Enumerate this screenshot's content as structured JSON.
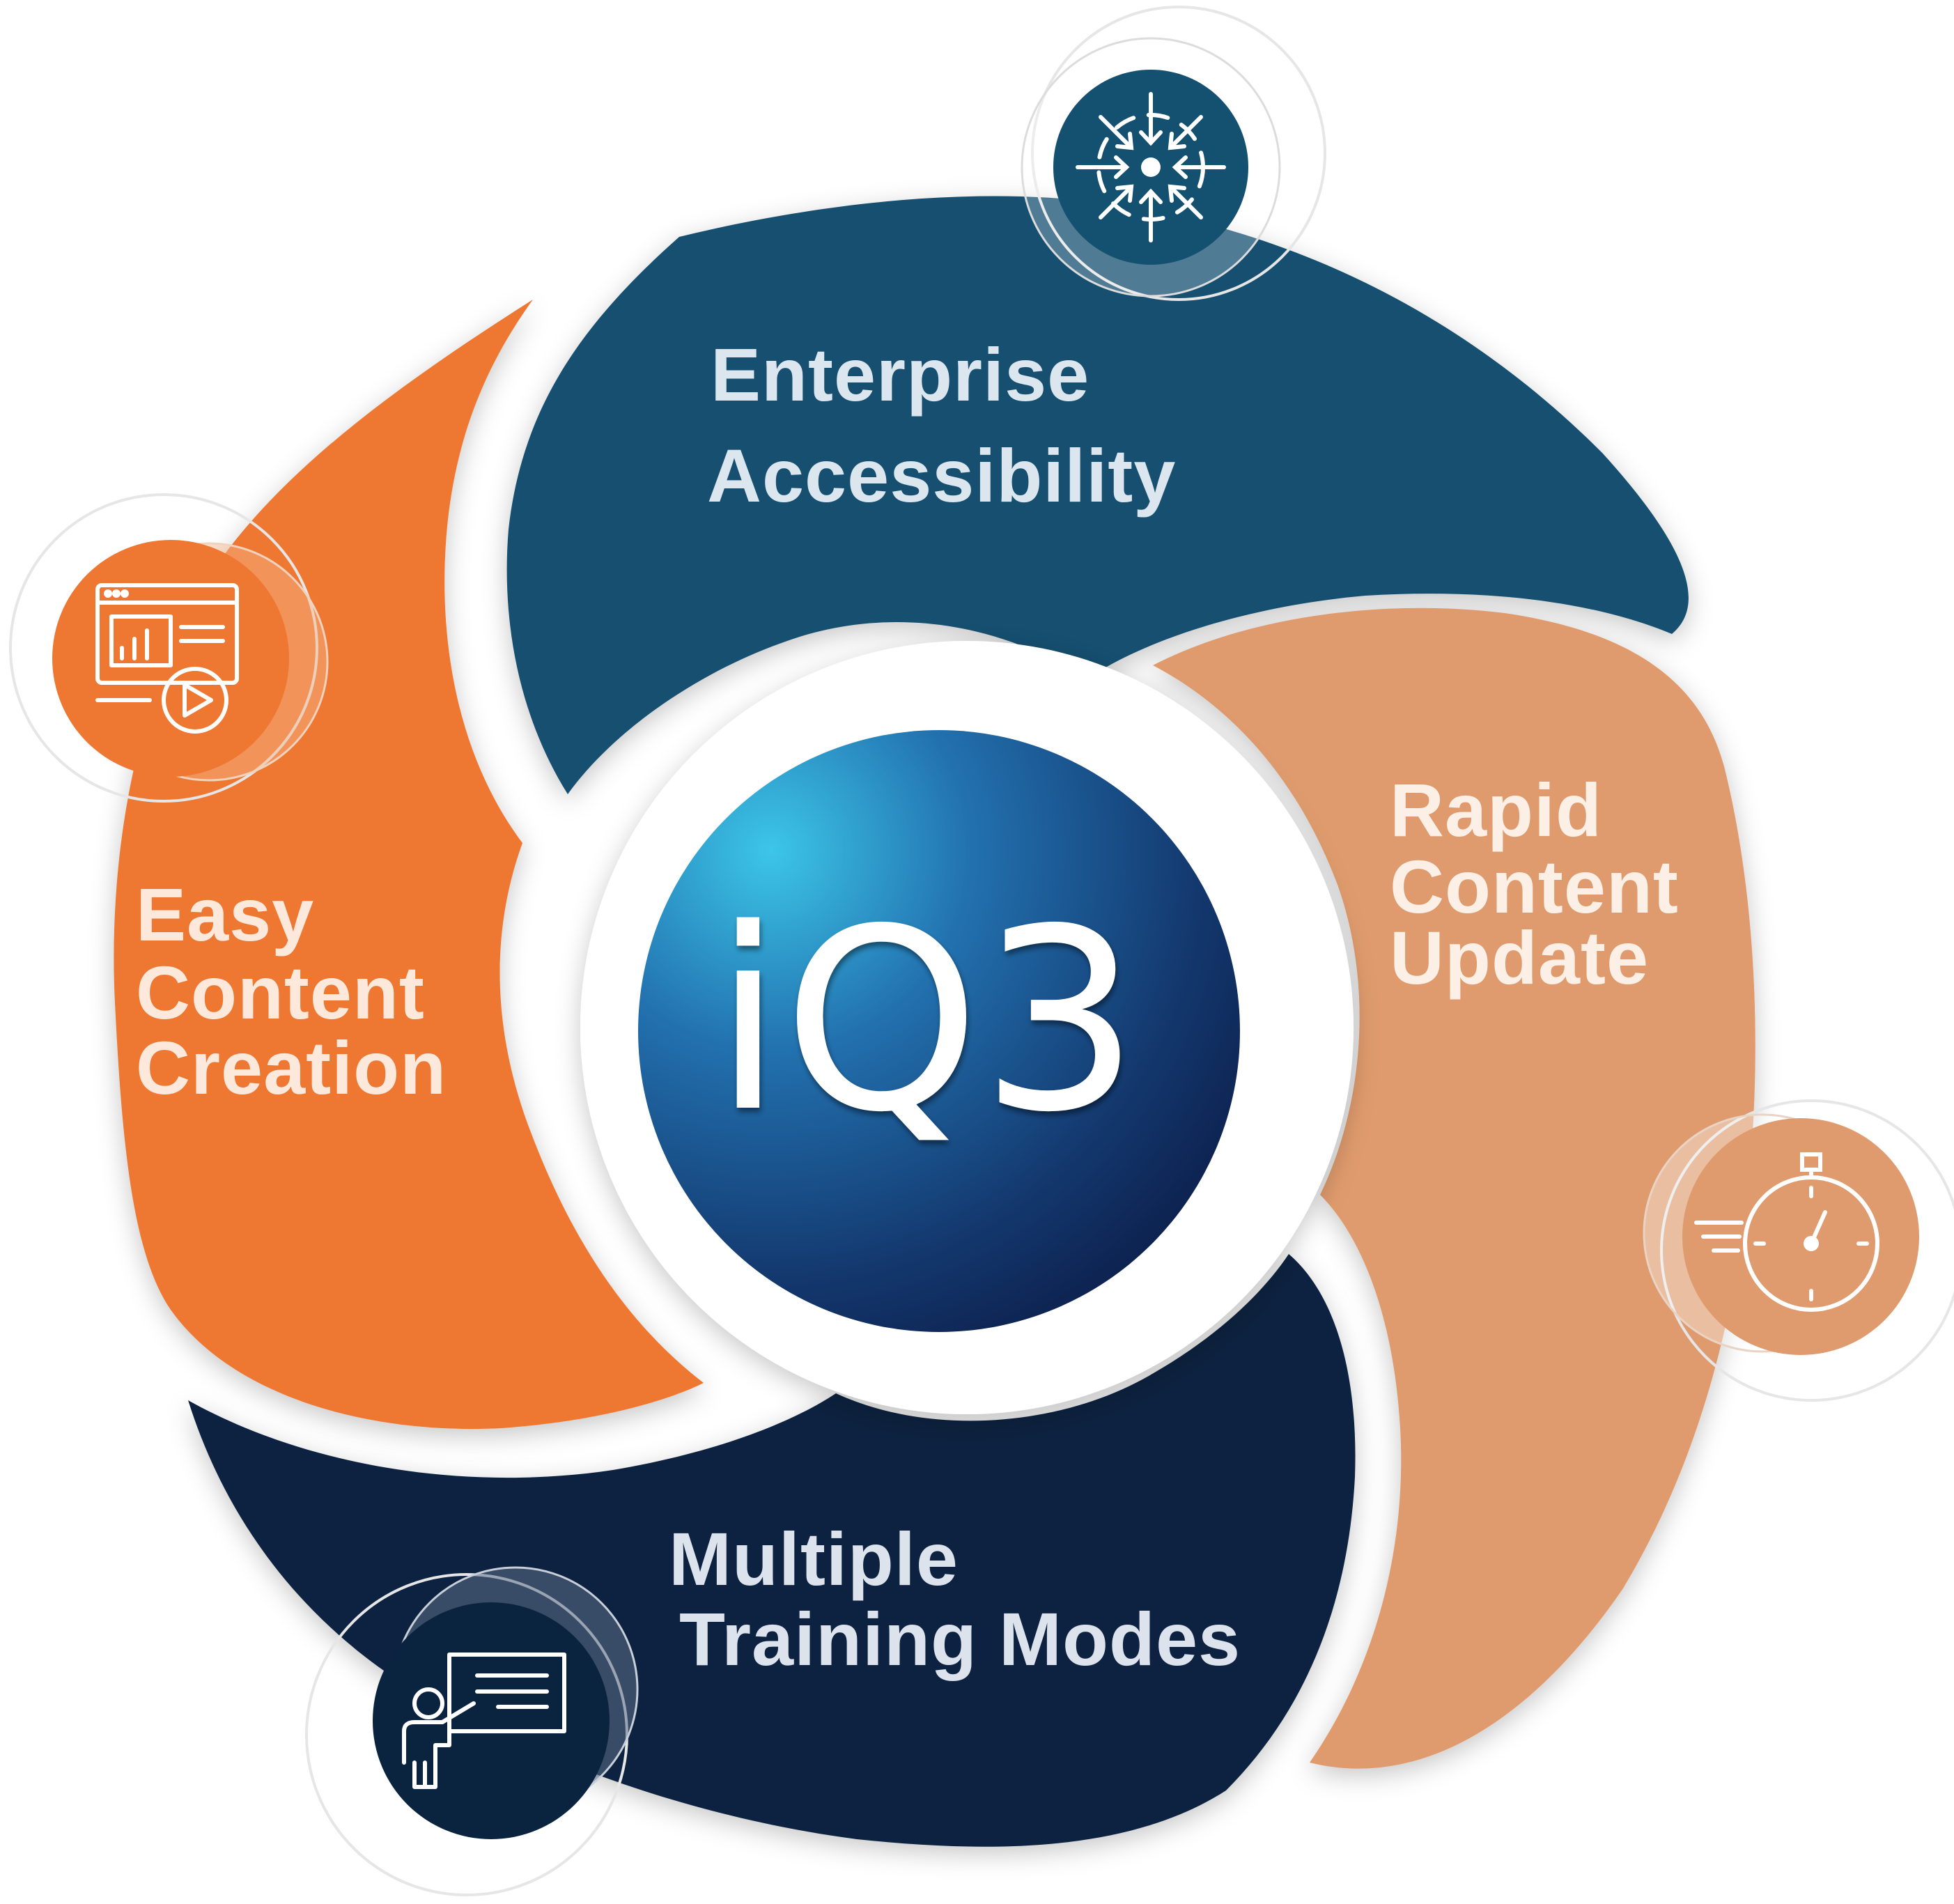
{
  "center": {
    "logo_text": "iQ3"
  },
  "segments": {
    "enterprise_accessibility": {
      "line1": "Enterprise",
      "line2": "Accessibility",
      "color": "#14506F",
      "text_color": "#DCE6EE",
      "icon": "converging-arrows-icon"
    },
    "rapid_content_update": {
      "line1": "Rapid",
      "line2": "Content",
      "line3": "Update",
      "color": "#DF9B6D",
      "text_color": "#FBEFE6",
      "icon": "stopwatch-icon"
    },
    "multiple_training_modes": {
      "line1": "Multiple",
      "line2": "Training Modes",
      "color": "#0A2440",
      "text_color": "#DCE3EC",
      "icon": "presenter-icon"
    },
    "easy_content_creation": {
      "line1": "Easy",
      "line2": "Content",
      "line3": "Creation",
      "color": "#EE7732",
      "text_color": "#FCE9DC",
      "icon": "browser-video-icon"
    }
  },
  "colors": {
    "hub_light": "#3CC6E8",
    "hub_mid": "#1F5FA0",
    "hub_dark": "#0C1E4A"
  }
}
